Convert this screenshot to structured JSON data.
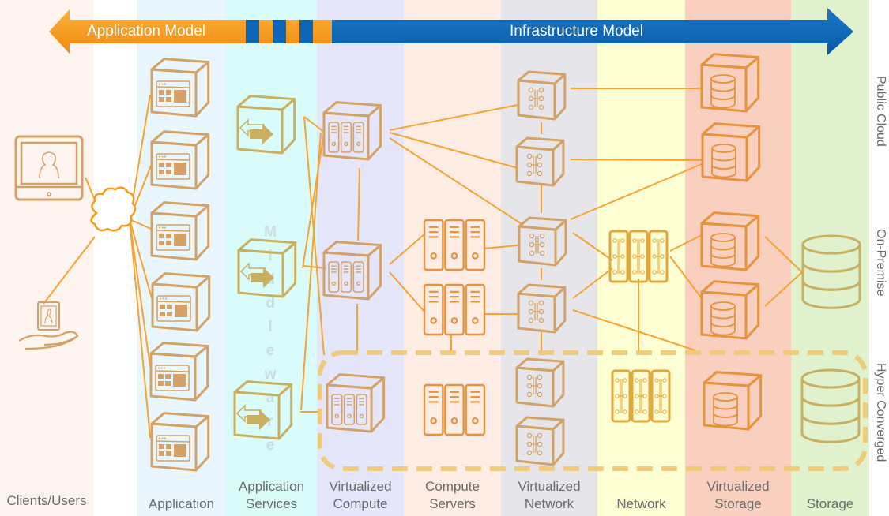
{
  "banner": {
    "left_arrow_label": "Application Model",
    "right_arrow_label": "Infrastructure Model",
    "left_color": "#f7a01d",
    "right_color": "#0e64b5"
  },
  "columns": [
    {
      "id": "clients",
      "label": "Clients/Users",
      "bg": "#fdf3ef"
    },
    {
      "id": "application",
      "label": "Application",
      "bg": "#e9f6fd"
    },
    {
      "id": "app-services",
      "label": "Application Services",
      "label_lines": [
        "Application",
        "Services"
      ],
      "bg": "#d9fcfb"
    },
    {
      "id": "virt-compute",
      "label": "Virtualized Compute",
      "label_lines": [
        "Virtualized",
        "Compute"
      ],
      "bg": "#e5e6fa"
    },
    {
      "id": "compute-servers",
      "label": "Compute Servers",
      "label_lines": [
        "Compute",
        "Servers"
      ],
      "bg": "#fdede4"
    },
    {
      "id": "virt-network",
      "label": "Virtualized Network",
      "label_lines": [
        "Virtualized",
        "Network"
      ],
      "bg": "#e6e6ea"
    },
    {
      "id": "network",
      "label": "Network",
      "bg": "#fefed5"
    },
    {
      "id": "virt-storage",
      "label": "Virtualized Storage",
      "label_lines": [
        "Virtualized",
        "Storage"
      ],
      "bg": "#f9d0bf"
    },
    {
      "id": "storage",
      "label": "Storage",
      "bg": "#dff1cd"
    }
  ],
  "rows": [
    {
      "id": "public-cloud",
      "label": "Public Cloud"
    },
    {
      "id": "on-premise",
      "label": "On-Premise"
    },
    {
      "id": "hyper-converged",
      "label": "Hyper Converged"
    }
  ],
  "middleware_watermark": [
    "M",
    "i",
    "d",
    "d",
    "l",
    "e",
    "w",
    "a",
    "r",
    "e"
  ],
  "colors": {
    "line_orange": "#f7a331",
    "icon_tan": "#d4a266",
    "icon_olive": "#c9b060",
    "icon_orange": "#e8923c",
    "icon_gold": "#e3a83a",
    "cloud_orange": "#f79a1a",
    "dashed_hc": "#efc870",
    "label_gray": "#6b6b6b"
  }
}
